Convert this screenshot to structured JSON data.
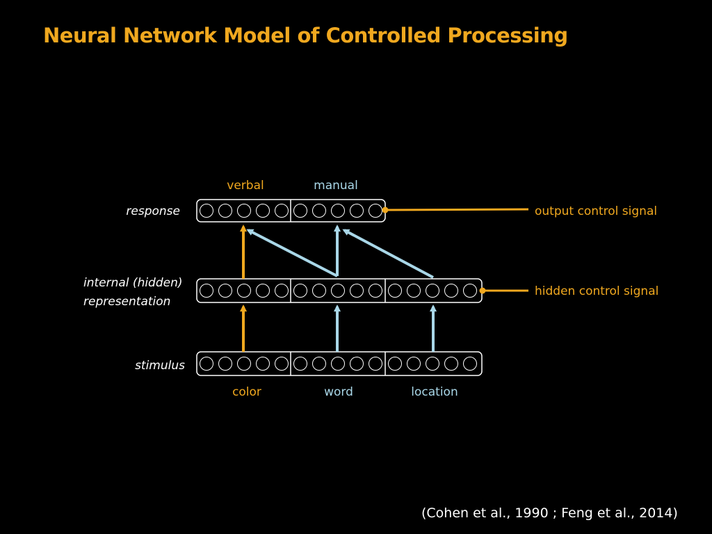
{
  "title": "Neural Network Model of Controlled Processing",
  "layers": {
    "response": "response",
    "hidden_line1": "internal (hidden)",
    "hidden_line2": "representation",
    "stimulus": "stimulus"
  },
  "response_groups": [
    "verbal",
    "manual"
  ],
  "stimulus_groups": [
    "color",
    "word",
    "location"
  ],
  "control_signals": {
    "output": "output control signal",
    "hidden": "hidden control signal"
  },
  "units_per_group": 5,
  "citation": "(Cohen et al., 1990 ; Feng et al., 2014)",
  "colors": {
    "background": "#000000",
    "accent": "#f0a81f",
    "pathway": "#a9d7e8",
    "text": "#ffffff"
  }
}
